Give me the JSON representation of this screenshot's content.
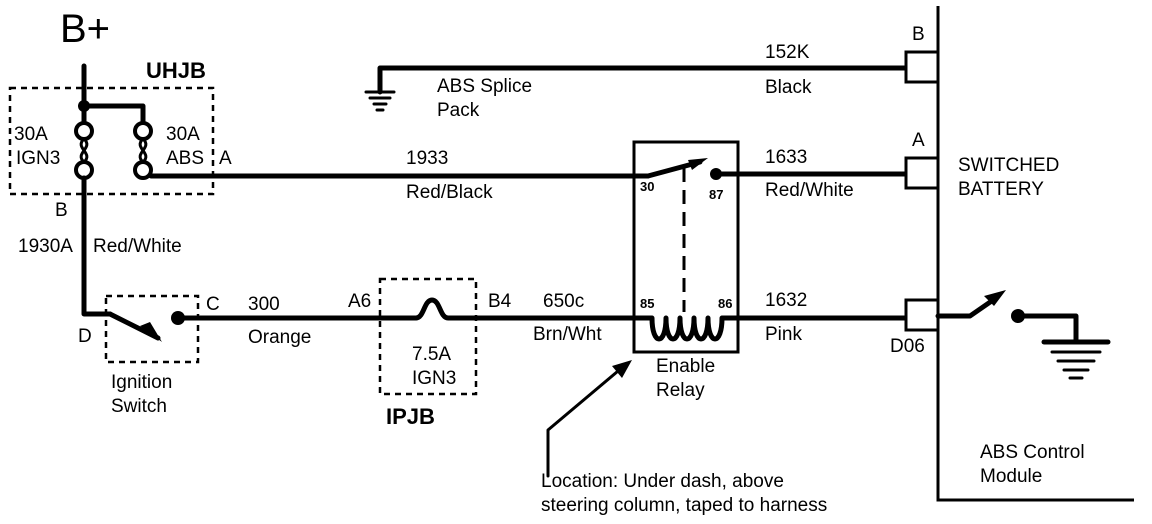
{
  "power": {
    "label": "B+"
  },
  "uhjb": {
    "name": "UHJB",
    "fuse_left": {
      "rating": "30A",
      "circuit": "IGN3"
    },
    "fuse_right": {
      "rating": "30A",
      "circuit": "ABS"
    },
    "terminal_a": "A",
    "terminal_b": "B"
  },
  "wires": {
    "w152k": {
      "circuit": "152K",
      "color": "Black"
    },
    "w1933": {
      "circuit": "1933",
      "color": "Red/Black"
    },
    "w1633": {
      "circuit": "1633",
      "color": "Red/White"
    },
    "w1930a": {
      "circuit": "1930A",
      "color": "Red/White"
    },
    "w300": {
      "circuit": "300",
      "color": "Orange"
    },
    "w650c": {
      "circuit": "650c",
      "color": "Brn/Wht"
    },
    "w1632": {
      "circuit": "1632",
      "color": "Pink"
    }
  },
  "splice": {
    "line1": "ABS Splice",
    "line2": "Pack"
  },
  "ignition_switch": {
    "line1": "Ignition",
    "line2": "Switch",
    "terminal_c": "C",
    "terminal_d": "D"
  },
  "ipjb": {
    "name": "IPJB",
    "fuse": {
      "rating": "7.5A",
      "circuit": "IGN3"
    },
    "terminal_a6": "A6",
    "terminal_b4": "B4"
  },
  "relay": {
    "line1": "Enable",
    "line2": "Relay",
    "pin_30": "30",
    "pin_87": "87",
    "pin_85": "85",
    "pin_86": "86"
  },
  "location_note": {
    "line1": "Location:  Under dash, above",
    "line2": "steering column, taped to harness"
  },
  "module": {
    "pin_b": "B",
    "pin_a": "A",
    "pin_d06": "D06",
    "switched_battery_1": "SWITCHED",
    "switched_battery_2": "BATTERY",
    "name_line1": "ABS Control",
    "name_line2": "Module"
  }
}
